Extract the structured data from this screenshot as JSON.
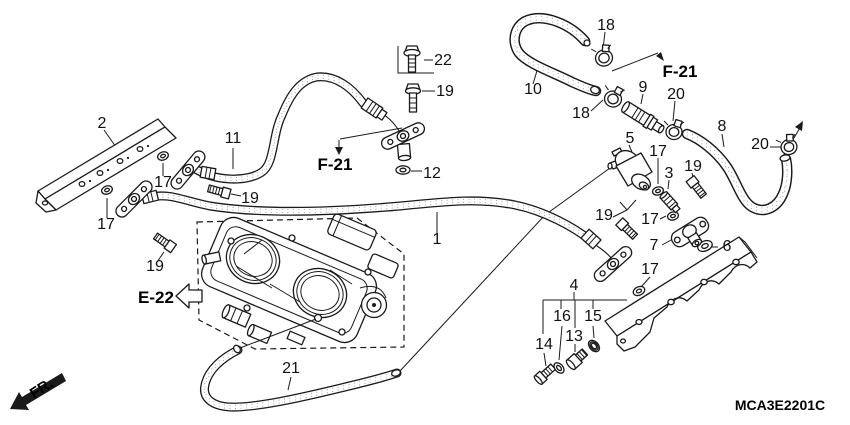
{
  "diagram": {
    "code": "MCA3E2201C",
    "front_indicator": "FR.",
    "refs": {
      "e22": "E-22",
      "f21_left": "F-21",
      "f21_right": "F-21"
    },
    "callouts": [
      "1",
      "2",
      "3",
      "4",
      "5",
      "6",
      "7",
      "8",
      "9",
      "10",
      "11",
      "12",
      "13",
      "14",
      "15",
      "16",
      "17",
      "17",
      "17",
      "17",
      "17",
      "18",
      "18",
      "19",
      "19",
      "19",
      "19",
      "19",
      "20",
      "20",
      "21",
      "22"
    ]
  }
}
